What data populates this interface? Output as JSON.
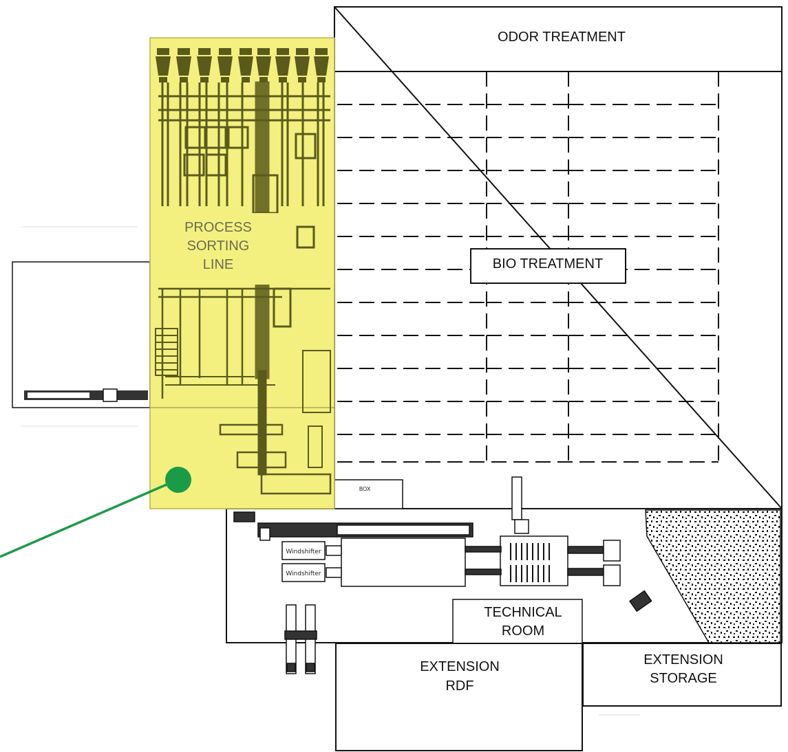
{
  "labels": {
    "odor_treatment": "ODOR TREATMENT",
    "bio_treatment": "BIO TREATMENT",
    "process_sorting_line": [
      "PROCESS",
      "SORTING",
      "LINE"
    ],
    "box": "BOX",
    "windshifter_1": "Windshifter",
    "windshifter_2": "Windshifter",
    "technical_room": [
      "TECHNICAL",
      "ROOM"
    ],
    "extension_rdf": [
      "EXTENSION",
      "RDF"
    ],
    "extension_storage": [
      "EXTENSION",
      "STORAGE"
    ]
  },
  "colors": {
    "highlight": "#f3f07f",
    "machinery": "#5a5a1c",
    "marker": "#1b9b48",
    "line": "#111111"
  }
}
